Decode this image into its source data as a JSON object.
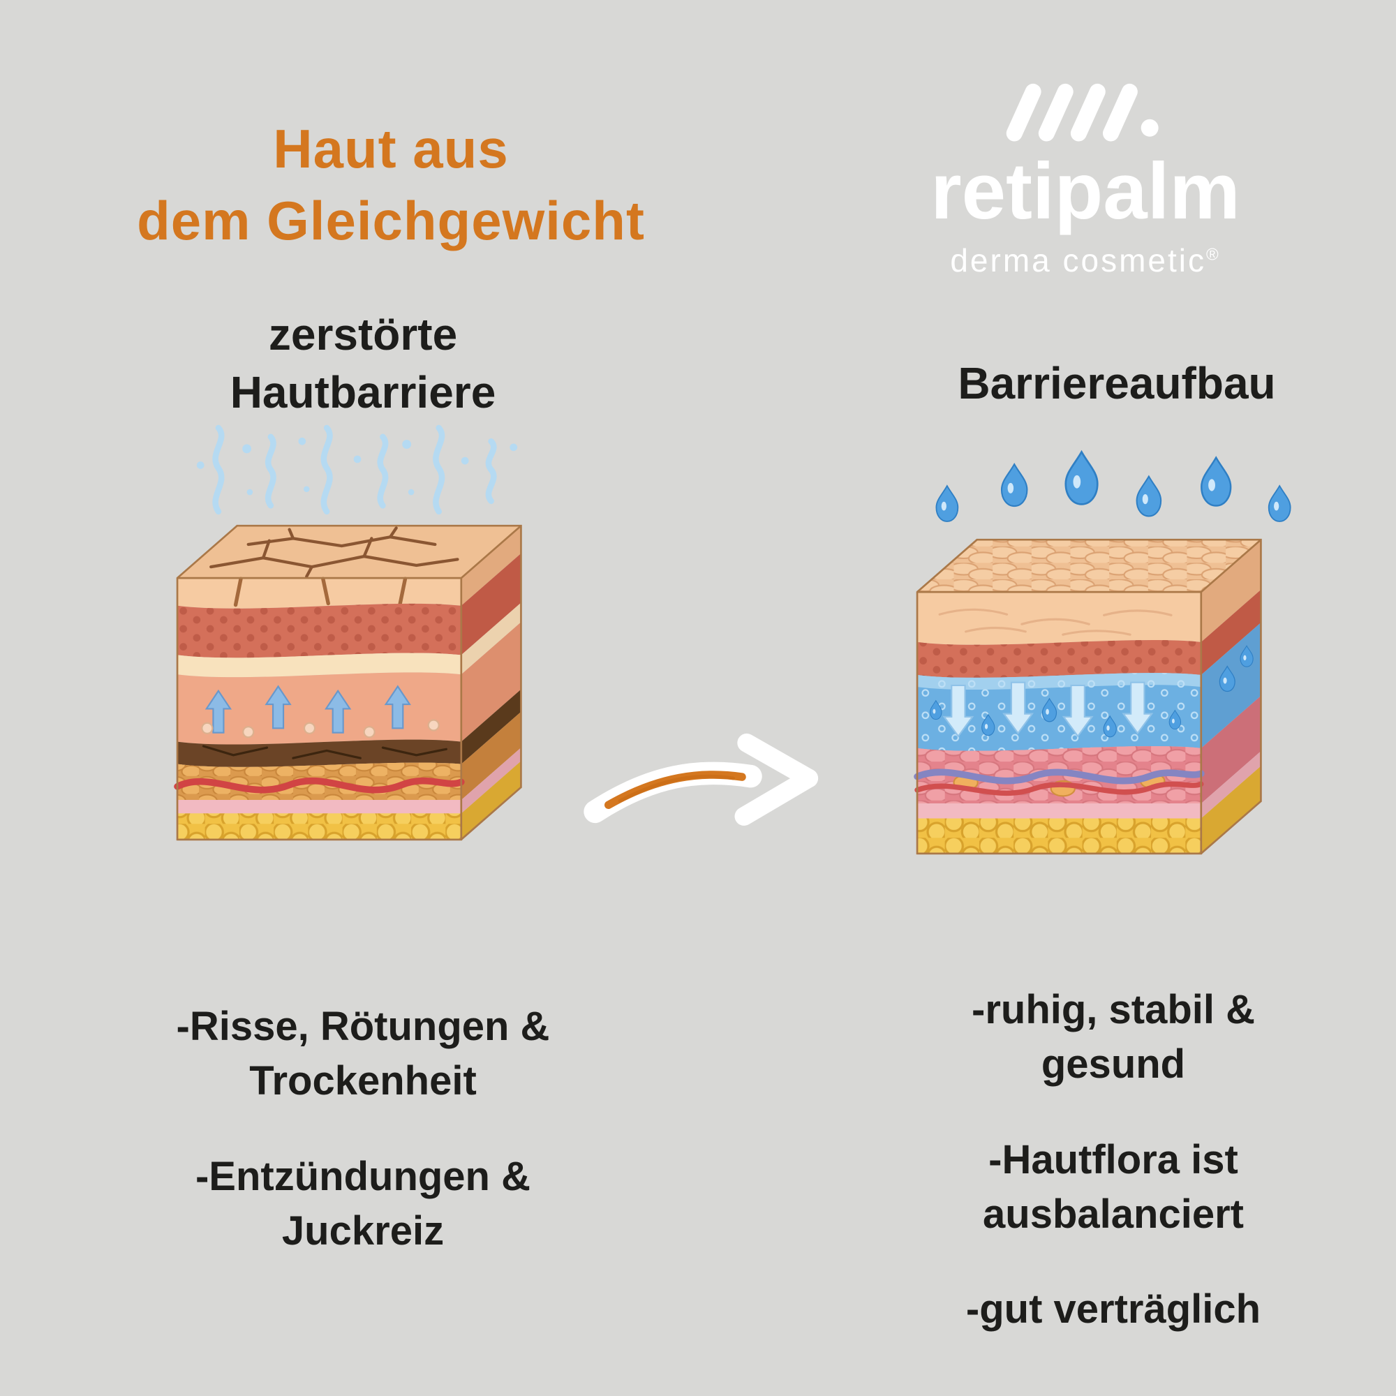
{
  "title": {
    "lines": [
      "Haut aus",
      "dem Gleichgewicht"
    ],
    "color": "#d4771f"
  },
  "logo": {
    "brand": "retipalm",
    "tagline": "derma cosmetic",
    "registered_mark": "®"
  },
  "left_section": {
    "heading_lines": [
      "zerstörte",
      "Hautbarriere"
    ],
    "bullets": [
      {
        "lines": [
          "-Risse, Rötungen &",
          "Trockenheit"
        ]
      },
      {
        "lines": [
          "-Entzündungen &",
          "Juckreiz"
        ]
      }
    ]
  },
  "right_section": {
    "heading": "Barriereaufbau",
    "bullets": [
      {
        "lines": [
          "-ruhig, stabil &",
          "gesund"
        ]
      },
      {
        "lines": [
          "-Hautflora ist",
          "ausbalanciert"
        ]
      },
      {
        "lines": [
          "-gut verträglich"
        ]
      }
    ]
  },
  "colors": {
    "background": "#d8d8d6",
    "accent_orange": "#d4771f",
    "text_black": "#1d1d1b",
    "logo_white": "#ffffff",
    "droplet_blue": "#4f9fe0"
  },
  "icons": {
    "logo_mark": "slash-marks-icon",
    "transition": "hand-drawn-arrow-icon",
    "moisture_loss": "evaporation-waves-icon",
    "moisture_in": "water-droplets-icon"
  }
}
